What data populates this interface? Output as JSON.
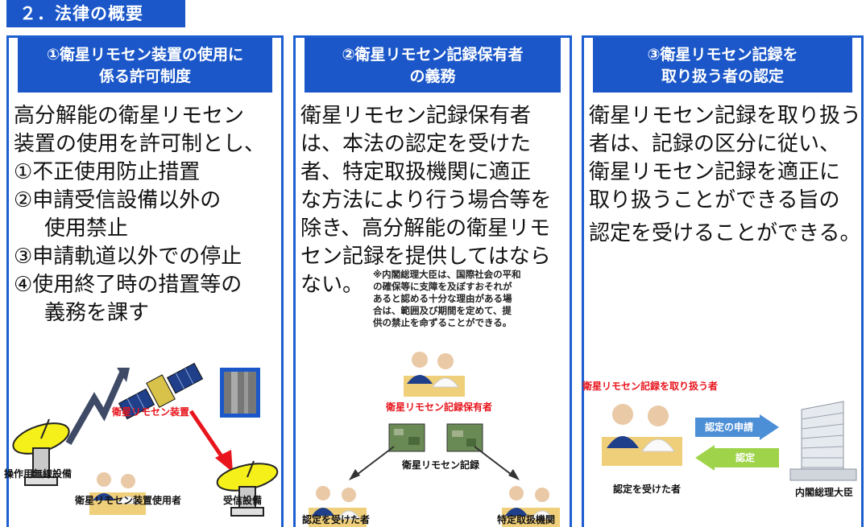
{
  "section_title": "２．法律の概要",
  "panels": [
    {
      "head": [
        "①衛星リモセン装置の使用に",
        "係る許可制度"
      ],
      "lines": [
        "高分解能の衛星リモセン",
        "装置の使用を許可制とし、",
        "①不正使用防止措置",
        "②申請受信設備以外の",
        "使用禁止",
        "③申請軌道以外での停止",
        "④使用終了時の措置等の",
        "義務を課す"
      ],
      "labels": {
        "satellite": "衛星リモセン装置",
        "operation_station": "操作用無線設備",
        "user": "衛星リモセン装置使用者",
        "receiver": "受信設備"
      }
    },
    {
      "head": [
        "②衛星リモセン記録保有者",
        "の義務"
      ],
      "lines": [
        "衛星リモセン記録保有者",
        "は、本法の認定を受けた",
        "者、特定取扱機関に適正",
        "な方法により行う場合等を",
        "除き、高分解能の衛星リモ",
        "セン記録を提供してはなら",
        "ない。"
      ],
      "note": [
        "※内閣総理大臣は、国際社会の平和",
        "の確保等に支障を及ぼすおそれが",
        "あると認める十分な理由がある場",
        "合は、範囲及び期間を定めて、提",
        "供の禁止を命ずることができる。"
      ],
      "labels": {
        "holder": "衛星リモセン記録保有者",
        "record": "衛星リモセン記録",
        "certified": "認定を受けた者",
        "agency": "特定取扱機関"
      }
    },
    {
      "head": [
        "③衛星リモセン記録を",
        "取り扱う者の認定"
      ],
      "lines": [
        "衛星リモセン記録を取り扱う",
        "者は、記録の区分に従い、",
        "衛星リモセン記録を適正に",
        "取り扱うことができる旨の",
        "認定を受けることができる。"
      ],
      "labels": {
        "handler": "衛星リモセン記録を取り扱う者",
        "apply": "認定の申請",
        "certify": "認定",
        "certified": "認定を受けた者",
        "pm": "内閣総理大臣"
      }
    }
  ],
  "colors": {
    "blue": "#1b57c9",
    "red": "#e8151d",
    "yellow": "#f5ef1a",
    "arrow_blue": "#4d8fd6",
    "arrow_green": "#9fd34a"
  }
}
